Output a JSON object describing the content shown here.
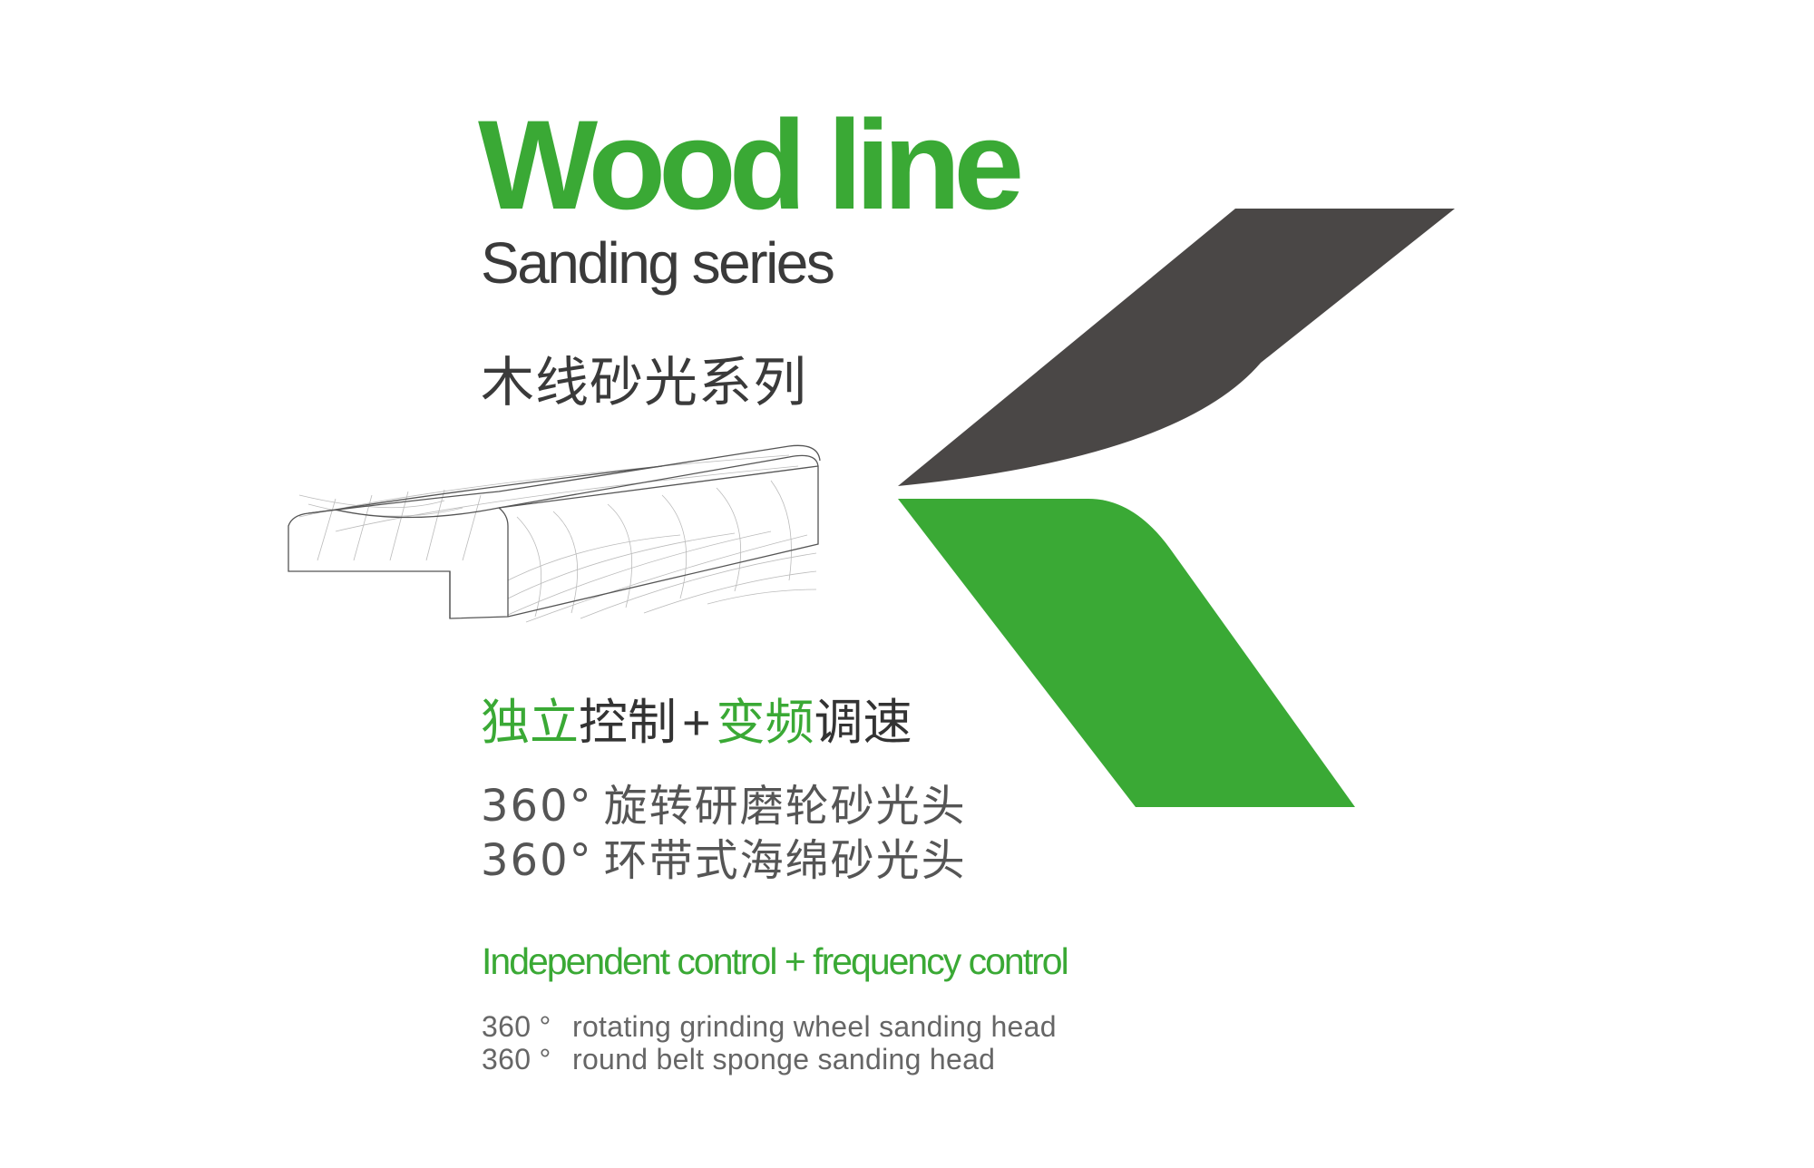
{
  "colors": {
    "brand_green": "#3aa935",
    "dark_gray": "#4a4746",
    "text_dark": "#333333"
  },
  "title": {
    "main": "Wood line",
    "sub": "Sanding series",
    "cn": "木线砂光系列"
  },
  "illustration": {
    "icon": "wood-moulding-profile-drawing"
  },
  "logo": {
    "icon": "chevron-k-mark"
  },
  "headline_cn": {
    "part1_green": "独立",
    "part1_dark": "控制",
    "plus": "+",
    "part2_green": "变频",
    "part2_dark": "调速"
  },
  "features_cn": [
    {
      "prefix": "360°",
      "text": "旋转研磨轮砂光头"
    },
    {
      "prefix": "360°",
      "text": "环带式海绵砂光头"
    }
  ],
  "headline_en": "Independent control + frequency control",
  "features_en": [
    {
      "prefix": "360 °",
      "text": "rotating grinding wheel sanding head"
    },
    {
      "prefix": "360 °",
      "text": "round belt sponge sanding head"
    }
  ]
}
